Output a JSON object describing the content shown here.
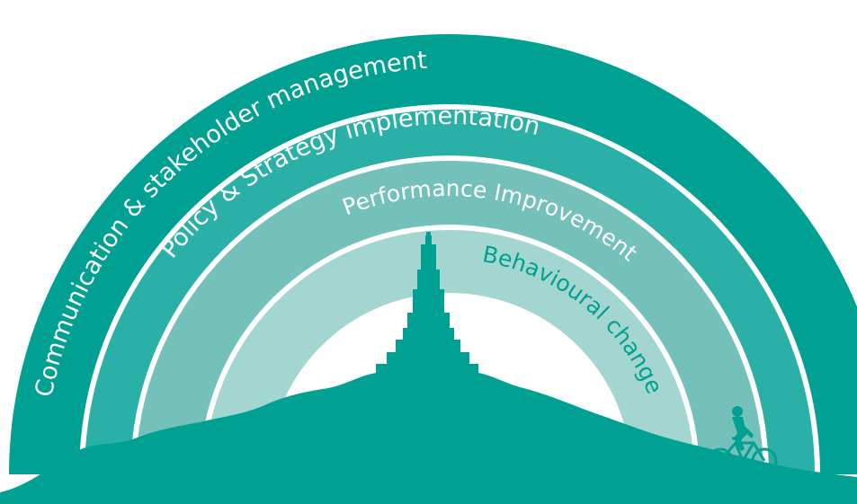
{
  "diagram": {
    "layers": [
      {
        "label": "Communication & stakeholder management",
        "color": "#00A093",
        "text_color": "#ffffff"
      },
      {
        "label": "Policy & Strategy implementation",
        "color": "#2AB0A6",
        "text_color": "#ffffff"
      },
      {
        "label": "Performance Improvement",
        "color": "#74C1BB",
        "text_color": "#ffffff"
      },
      {
        "label": "Behavioural change",
        "color": "#A3D5D1",
        "text_color": "#00A093"
      }
    ],
    "hill_color": "#00A093",
    "background_color": "#ffffff",
    "icons": {
      "landmark": "tower-icon",
      "cyclist": "cyclist-icon"
    }
  }
}
